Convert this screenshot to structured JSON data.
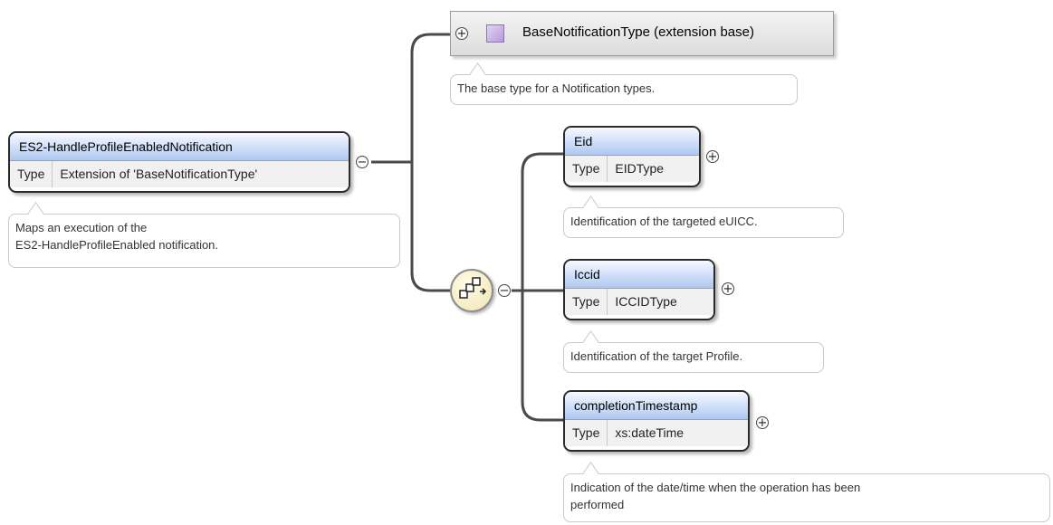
{
  "root": {
    "name": "ES2-HandleProfileEnabledNotification",
    "type_label": "Type",
    "type_value": "Extension of 'BaseNotificationType'",
    "doc": [
      "Maps an execution of the",
      "ES2-HandleProfileEnabled notification."
    ]
  },
  "base": {
    "label": "BaseNotificationType (extension base)",
    "doc": "The base type for a Notification types."
  },
  "elements": [
    {
      "name": "Eid",
      "type_label": "Type",
      "type_value": "EIDType",
      "doc": [
        "Identification of the targeted eUICC."
      ]
    },
    {
      "name": "Iccid",
      "type_label": "Type",
      "type_value": "ICCIDType",
      "doc": [
        "Identification of the target Profile."
      ]
    },
    {
      "name": "completionTimestamp",
      "type_label": "Type",
      "type_value": "xs:dateTime",
      "doc": [
        "Indication of the date/time when the operation has been",
        "performed"
      ]
    }
  ],
  "icons": {
    "expand": "plus-circle-icon",
    "collapse": "minus-circle-icon",
    "sequence": "sequence-compositor-icon",
    "complex_type": "complex-type-icon"
  },
  "colors": {
    "title_gradient_top": "#f6f9ff",
    "title_gradient_bottom": "#aec8f0",
    "connector": "#4a4a4a",
    "type_icon": "#c6b3e6",
    "compositor_fill": "#f5edc8"
  }
}
